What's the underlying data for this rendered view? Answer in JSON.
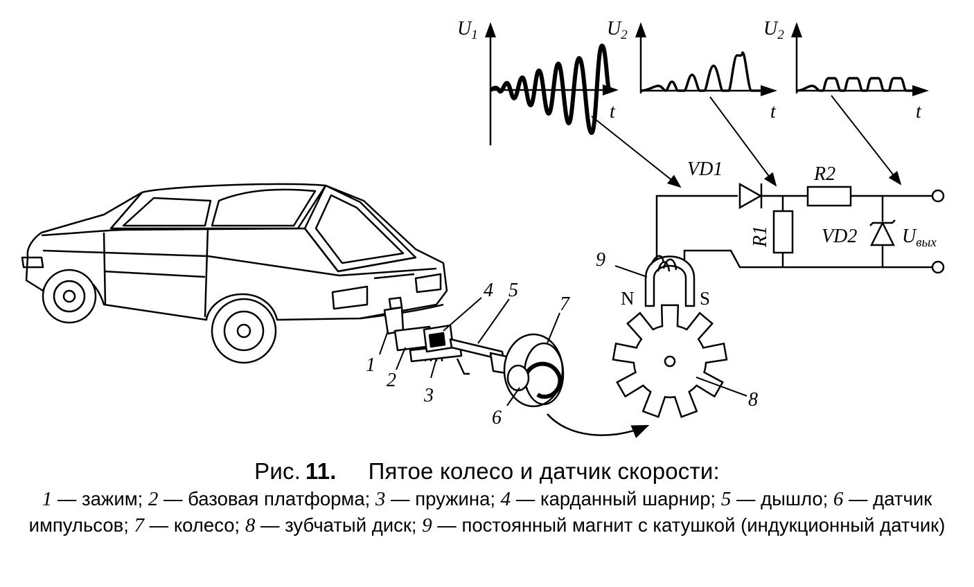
{
  "figure": {
    "graphs": [
      {
        "axis_label": "U",
        "subscript": "1",
        "time_label": "t"
      },
      {
        "axis_label": "U",
        "subscript": "2",
        "time_label": "t"
      },
      {
        "axis_label": "U",
        "subscript": "2",
        "time_label": "t"
      }
    ],
    "circuit": {
      "vd1": "VD1",
      "r1": "R1",
      "r2": "R2",
      "vd2": "VD2",
      "uout": "U",
      "uout_sub": "вых",
      "magnet_n": "N",
      "magnet_s": "S"
    },
    "callouts": [
      "1",
      "2",
      "3",
      "4",
      "5",
      "6",
      "7",
      "8",
      "9"
    ]
  },
  "caption": {
    "prefix": "Рис.",
    "number": "11.",
    "title": "Пятое колесо и датчик скорости:",
    "legend": [
      {
        "num": "1",
        "text": "— зажим;"
      },
      {
        "num": "2",
        "text": "— базовая платформа;"
      },
      {
        "num": "3",
        "text": "— пружина;"
      },
      {
        "num": "4",
        "text": "— карданный шарнир;"
      },
      {
        "num": "5",
        "text": "— дышло;"
      },
      {
        "num": "6",
        "text": "— датчик импульсов;"
      },
      {
        "num": "7",
        "text": "— колесо;"
      },
      {
        "num": "8",
        "text": "— зубчатый диск;"
      },
      {
        "num": "9",
        "text": "— постоянный магнит с катушкой (индукционный датчик)"
      }
    ]
  }
}
